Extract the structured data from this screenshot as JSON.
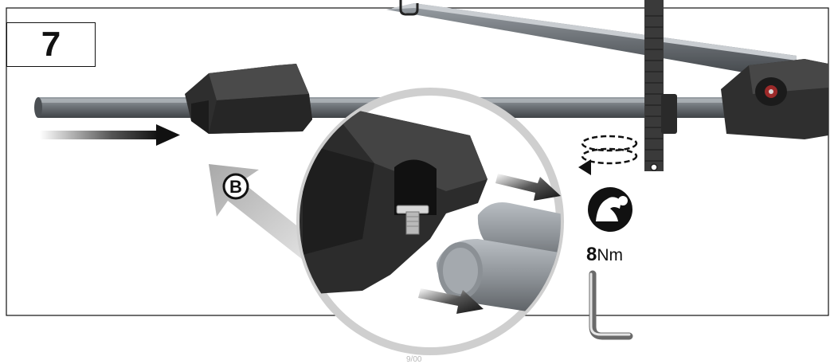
{
  "step": {
    "number": "7"
  },
  "callout": {
    "label": "B"
  },
  "torque": {
    "value": "8",
    "unit": "Nm"
  },
  "footer": {
    "page_fragment": "9/00"
  },
  "colors": {
    "frame": "#111111",
    "bar": "#6e7378",
    "bar_dark": "#3f4347",
    "foot": "#2e2e2e",
    "arrow_dark": "#111111",
    "arrow_light": "#b3b3b3",
    "magnifier_ring": "#c2c2c2",
    "strap": "#3a3a3a"
  },
  "icons": [
    "push-arrow-icon",
    "rotate-dashed-icon",
    "strength-arm-icon",
    "allen-key-icon",
    "callout-b-icon"
  ]
}
